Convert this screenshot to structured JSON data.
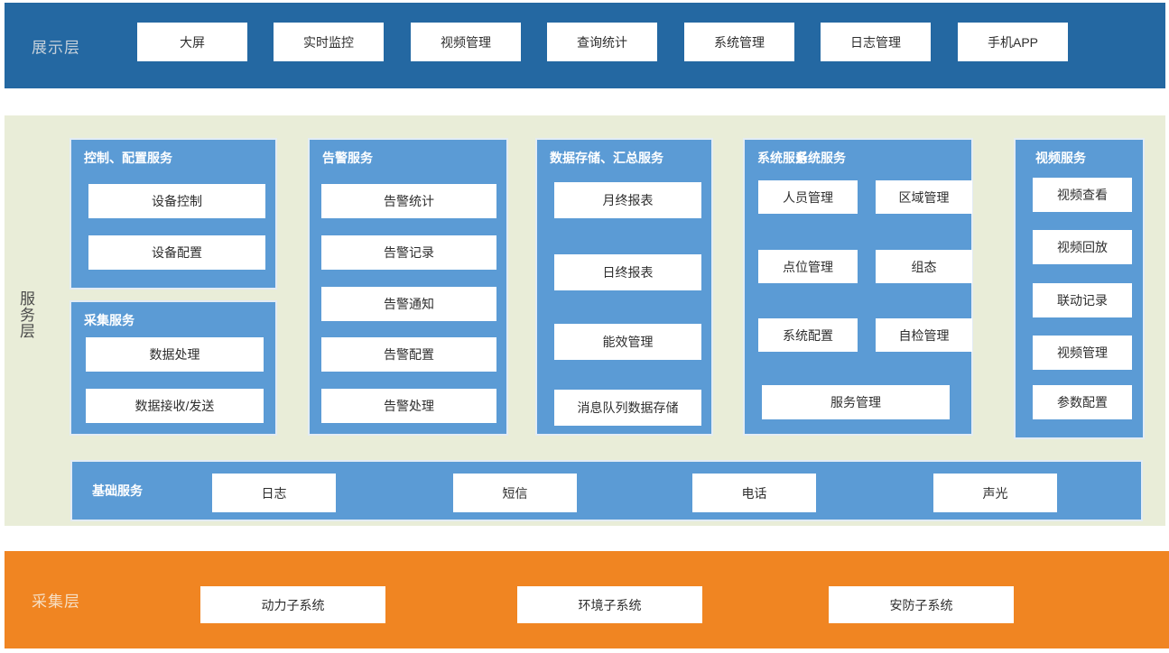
{
  "layers": {
    "presentation": {
      "label": "展示层",
      "items": [
        "大屏",
        "实时监控",
        "视频管理",
        "查询统计",
        "系统管理",
        "日志管理",
        "手机APP"
      ]
    },
    "service": {
      "label": "服务层",
      "groups": [
        {
          "title": "控制、配置服务",
          "items": [
            "设备控制",
            "设备配置"
          ]
        },
        {
          "title": "采集服务",
          "items": [
            "数据处理",
            "数据接收/发送"
          ]
        },
        {
          "title": "告警服务",
          "items": [
            "告警统计",
            "告警记录",
            "告警通知",
            "告警配置",
            "告警处理"
          ]
        },
        {
          "title": "数据存储、汇总服务",
          "items": [
            "月终报表",
            "日终报表",
            "能效管理",
            "消息队列数据存储"
          ]
        },
        {
          "title": "系统服务",
          "title_ghost": "系统服务",
          "items": [
            "人员管理",
            "区域管理",
            "点位管理",
            "组态",
            "系统配置",
            "自检管理",
            "服务管理"
          ]
        },
        {
          "title": "视频服务",
          "items": [
            "视频查看",
            "视频回放",
            "联动记录",
            "视频管理",
            "参数配置"
          ]
        }
      ],
      "base": {
        "title": "基础服务",
        "items": [
          "日志",
          "短信",
          "电话",
          "声光"
        ]
      }
    },
    "collection": {
      "label": "采集层",
      "items": [
        "动力子系统",
        "环境子系统",
        "安防子系统"
      ]
    }
  },
  "colors": {
    "presentation_band": "#2468A2",
    "service_band_bg": "#E9EDD8",
    "group_blue": "#5B9BD5",
    "collection_band": "#F08522",
    "box_bg": "#FFFFFF",
    "group_border": "#E3ECF4",
    "text_dark": "#2E2E2E",
    "header_text": "#FFFFFF",
    "label_on_blue": "#C6D1DB",
    "label_on_orange": "#F6DFC4",
    "label_on_green": "#4A4A4A"
  }
}
